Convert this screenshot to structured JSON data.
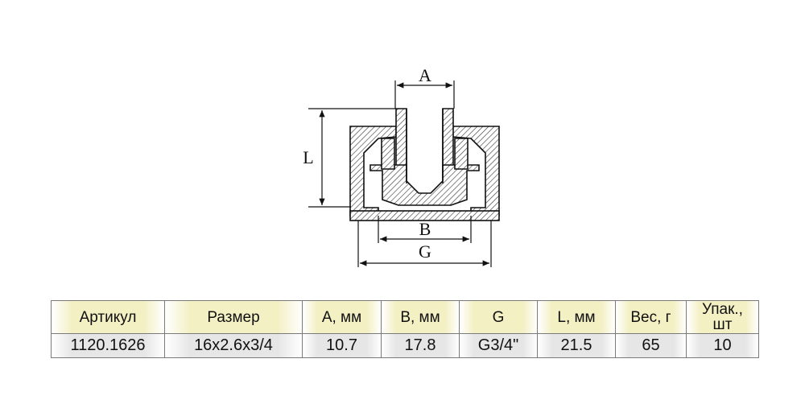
{
  "drawing": {
    "dimension_labels": {
      "a": "A",
      "b": "B",
      "g": "G",
      "l": "L"
    }
  },
  "table": {
    "headers": [
      "Артикул",
      "Размер",
      "A, мм",
      "B, мм",
      "G",
      "L, мм",
      "Вес, г",
      "Упак., шт"
    ],
    "rows": [
      [
        "1120.1626",
        "16x2.6x3/4",
        "10.7",
        "17.8",
        "G3/4\"",
        "21.5",
        "65",
        "10"
      ]
    ]
  }
}
